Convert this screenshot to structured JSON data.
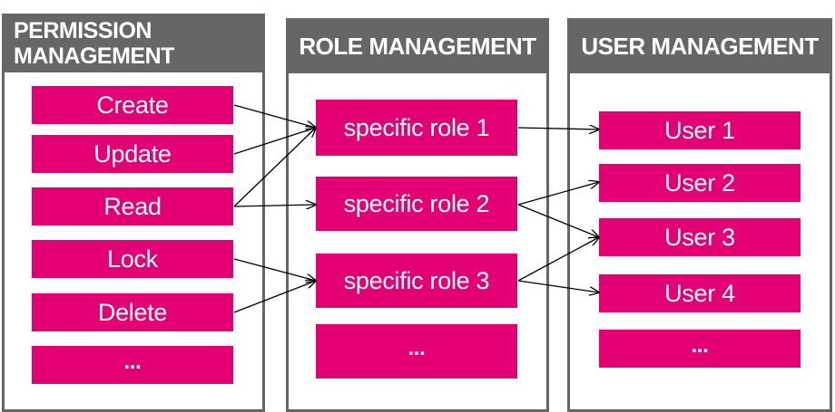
{
  "panels": {
    "permission": {
      "title": "PERMISSION\nMANAGEMENT",
      "items": [
        "Create",
        "Update",
        "Read",
        "Lock",
        "Delete",
        "..."
      ]
    },
    "role": {
      "title": "ROLE MANAGEMENT",
      "items": [
        "specific role 1",
        "specific role 2",
        "specific role 3",
        "..."
      ]
    },
    "user": {
      "title": "USER MANAGEMENT",
      "items": [
        "User 1",
        "User 2",
        "User 3",
        "User 4",
        "..."
      ]
    }
  },
  "mappings": {
    "permission_to_role": [
      {
        "from": "Create",
        "to": "specific role 1"
      },
      {
        "from": "Update",
        "to": "specific role 1"
      },
      {
        "from": "Read",
        "to": "specific role 1"
      },
      {
        "from": "Read",
        "to": "specific role 2"
      },
      {
        "from": "Lock",
        "to": "specific role 3"
      },
      {
        "from": "Delete",
        "to": "specific role 3"
      }
    ],
    "role_to_user": [
      {
        "from": "specific role 1",
        "to": "User 1"
      },
      {
        "from": "specific role 2",
        "to": "User 2"
      },
      {
        "from": "specific role 2",
        "to": "User 3"
      },
      {
        "from": "specific role 3",
        "to": "User 3"
      },
      {
        "from": "specific role 3",
        "to": "User 4"
      }
    ]
  },
  "colors": {
    "panel_header": "#666666",
    "panel_border": "#666666",
    "item_fill": "#e20074",
    "item_text": "#ffffff",
    "arrow": "#000000"
  }
}
